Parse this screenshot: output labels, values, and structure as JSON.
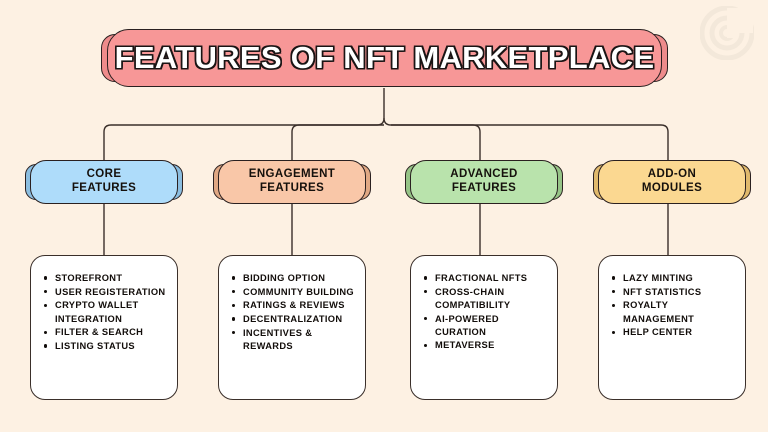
{
  "background_color": "#FDF1E3",
  "watermark": {
    "icon": "concentric-circles-logo-watermark",
    "color": "#EDE4D6"
  },
  "title": {
    "text": "FEATURES OF NFT MARKETPLACE",
    "fill_color": "#F79797",
    "shadow_color": "#EE8B8B",
    "text_color": "#FFFFFF",
    "outline_color": "#1A1414"
  },
  "columns": [
    {
      "id": "core-features",
      "label_line1": "CORE",
      "label_line2": "FEATURES",
      "fill_color": "#AEDCFA",
      "shadow_color": "#8CBEE0",
      "items": [
        "STOREFRONT",
        "USER REGISTERATION",
        "CRYPTO WALLET INTEGRATION",
        "FILTER & SEARCH",
        "LISTING STATUS"
      ]
    },
    {
      "id": "engagement-features",
      "label_line1": "ENGAGEMENT",
      "label_line2": "FEATURES",
      "fill_color": "#F9C7A8",
      "shadow_color": "#E0A884",
      "items": [
        "BIDDING OPTION",
        "COMMUNITY BUILDING",
        "RATINGS & REVIEWS",
        "DECENTRALIZATION",
        "INCENTIVES & REWARDS"
      ]
    },
    {
      "id": "advanced-features",
      "label_line1": "ADVANCED",
      "label_line2": "FEATURES",
      "fill_color": "#B9E3AC",
      "shadow_color": "#96C487",
      "items": [
        "FRACTIONAL NFTS",
        "CROSS-CHAIN COMPATIBILITY",
        "AI-POWERED CURATION",
        "METAVERSE"
      ]
    },
    {
      "id": "add-on-modules",
      "label_line1": "ADD-ON",
      "label_line2": "MODULES",
      "fill_color": "#FBD891",
      "shadow_color": "#E0B96C",
      "items": [
        "LAZY MINTING",
        "NFT STATISTICS",
        "ROYALTY MANAGEMENT",
        "HELP CENTER"
      ]
    }
  ]
}
